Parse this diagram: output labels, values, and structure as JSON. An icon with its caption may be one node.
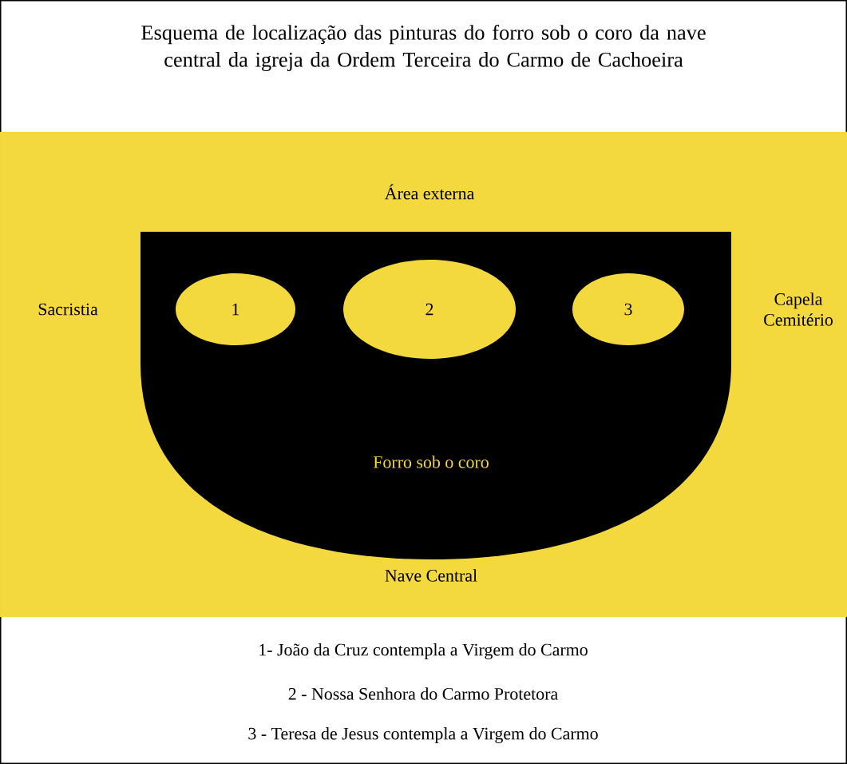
{
  "diagram": {
    "title": "Esquema de localização das pinturas do forro sob o coro da nave central da igreja da Ordem Terceira do Carmo de Cachoeira",
    "nodes": [
      {
        "text": [
          "Forro sob o coro"
        ]
      },
      {
        "text": [
          "1"
        ],
        "in": 0
      },
      {
        "text": [
          "2"
        ],
        "in": 0
      },
      {
        "text": [
          "3"
        ],
        "in": 0
      }
    ],
    "labels": [
      "Área externa",
      "Sacristia",
      "Capela Cemitério",
      "Nave Central",
      "1- João da Cruz contempla a Virgem do Carmo",
      "2 - Nossa Senhora do Carmo Protetora",
      "3 - Teresa de Jesus contempla a Virgem do Carmo"
    ]
  }
}
